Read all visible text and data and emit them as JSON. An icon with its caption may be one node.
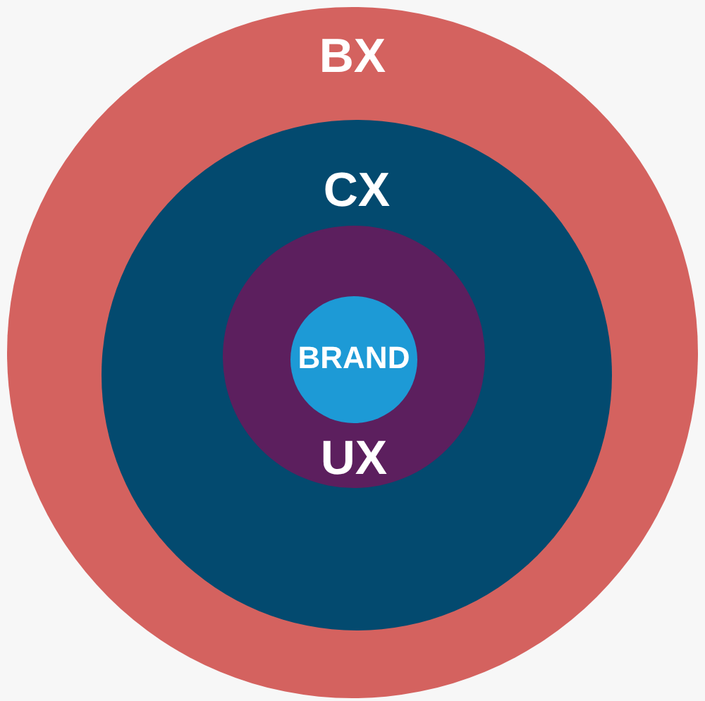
{
  "diagram": {
    "nodes": [
      {
        "text": [
          "BX"
        ]
      },
      {
        "text": [
          "CX"
        ],
        "in": 0
      },
      {
        "text": [
          "UX"
        ],
        "in": 1
      },
      {
        "text": [
          "BRAND"
        ],
        "in": 2
      }
    ]
  }
}
